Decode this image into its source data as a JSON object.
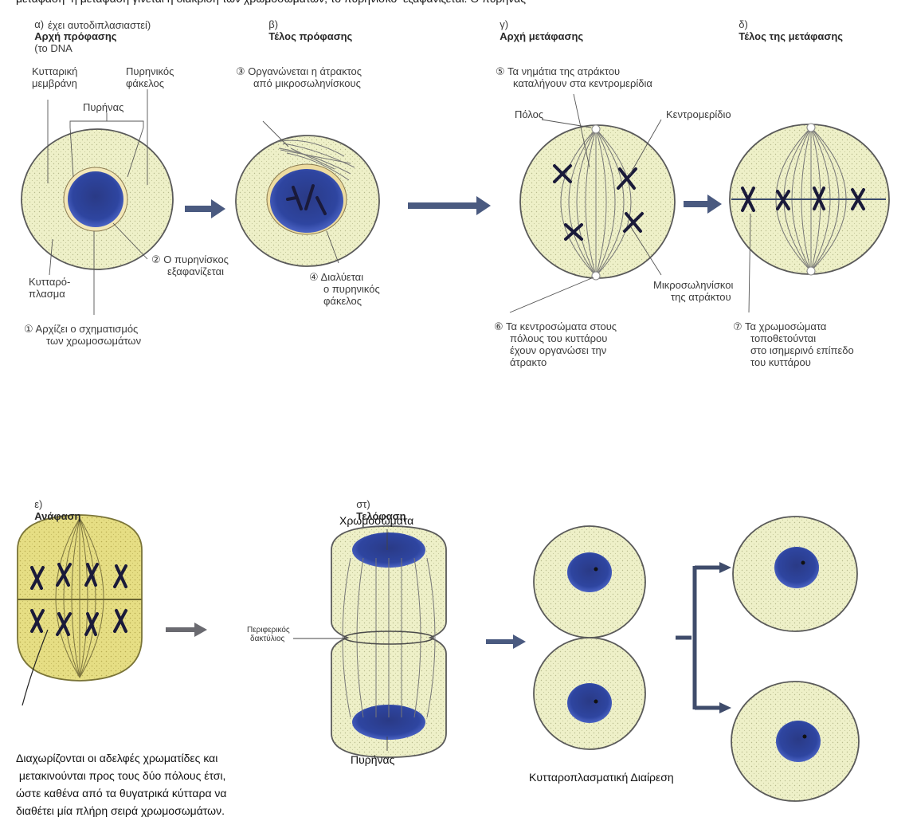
{
  "top_cut_text": "μετάφαση  η μετάφαση γίνεται η διάκριση των χρωμοσωμάτων, το πυρηνίσκο  εξαφανίζεται. Ο πυρήνας",
  "stages": {
    "a": {
      "letter": "α)",
      "title": "Αρχή πρόφασης",
      "note1": "(το DNA",
      "note2": "έχει αυτοδιπλασιαστεί)"
    },
    "b": {
      "letter": "β)",
      "title": "Τέλος πρόφασης"
    },
    "c": {
      "letter": "γ)",
      "title": "Αρχή μετάφασης"
    },
    "d": {
      "letter": "δ)",
      "title": "Τέλος της μετάφασης"
    },
    "e": {
      "letter": "ε)",
      "title": "Ανάφαση"
    },
    "f": {
      "letter": "στ)",
      "title": "Τελόφαση"
    }
  },
  "labels": {
    "membrane_1": "Κυτταρική",
    "membrane_2": "μεμβράνη",
    "envelope_1": "Πυρηνικός",
    "envelope_2": "φάκελος",
    "nucleus": "Πυρήνας",
    "cytoplasm_1": "Κυτταρό-",
    "cytoplasm_2": "πλασμα",
    "step1_1": "① Αρχίζει ο σχηματισμός",
    "step1_2": "των χρωμοσωμάτων",
    "step2_1": "② Ο πυρηνίσκος",
    "step2_2": "εξαφανίζεται",
    "step3_1": "③ Οργανώνεται η άτρακτος",
    "step3_2": "από μικροσωληνίσκους",
    "step4_1": "④ Διαλύεται",
    "step4_2": "ο πυρηνικός",
    "step4_3": "φάκελος",
    "step5_1": "⑤ Τα νημάτια της ατράκτου",
    "step5_2": "καταλήγουν στα κεντρομερίδια",
    "pole": "Πόλος",
    "centromere": "Κεντρομερίδιο",
    "microtubules_1": "Μικροσωληνίσκοι",
    "microtubules_2": "της ατράκτου",
    "step6_1": "⑥ Τα κεντροσώματα στους",
    "step6_2": "πόλους του κυττάρου",
    "step6_3": "έχουν οργανώσει την",
    "step6_4": "άτρακτο",
    "step7_1": "⑦ Τα χρωμοσώματα",
    "step7_2": "τοποθετούνται",
    "step7_3": "στο ισημερινό επίπεδο",
    "step7_4": "του κυττάρου",
    "chromosomes": "Χρωμοσώματα",
    "ring_1": "Περιφερικός",
    "ring_2": "δακτύλιος",
    "nucleus_bottom": "Πυρήνας",
    "cytokinesis": "Κυτταροπλασματική Διαίρεση",
    "anaphase_1": "Διαχωρίζονται οι αδελφές χρωματίδες και",
    "anaphase_2": " μετακινούνται προς τους δύο πόλους έτσι,",
    "anaphase_3": "ώστε καθένα από τα θυγατρικά κύτταρα να",
    "anaphase_4": "διαθέτει μία πλήρη σειρά χρωμοσωμάτων."
  },
  "colors": {
    "cell_fill": "#eef0c8",
    "cell_outline": "#5a5a5a",
    "nucleus": "#2a3f8c",
    "arrow": "#4a5a80"
  }
}
